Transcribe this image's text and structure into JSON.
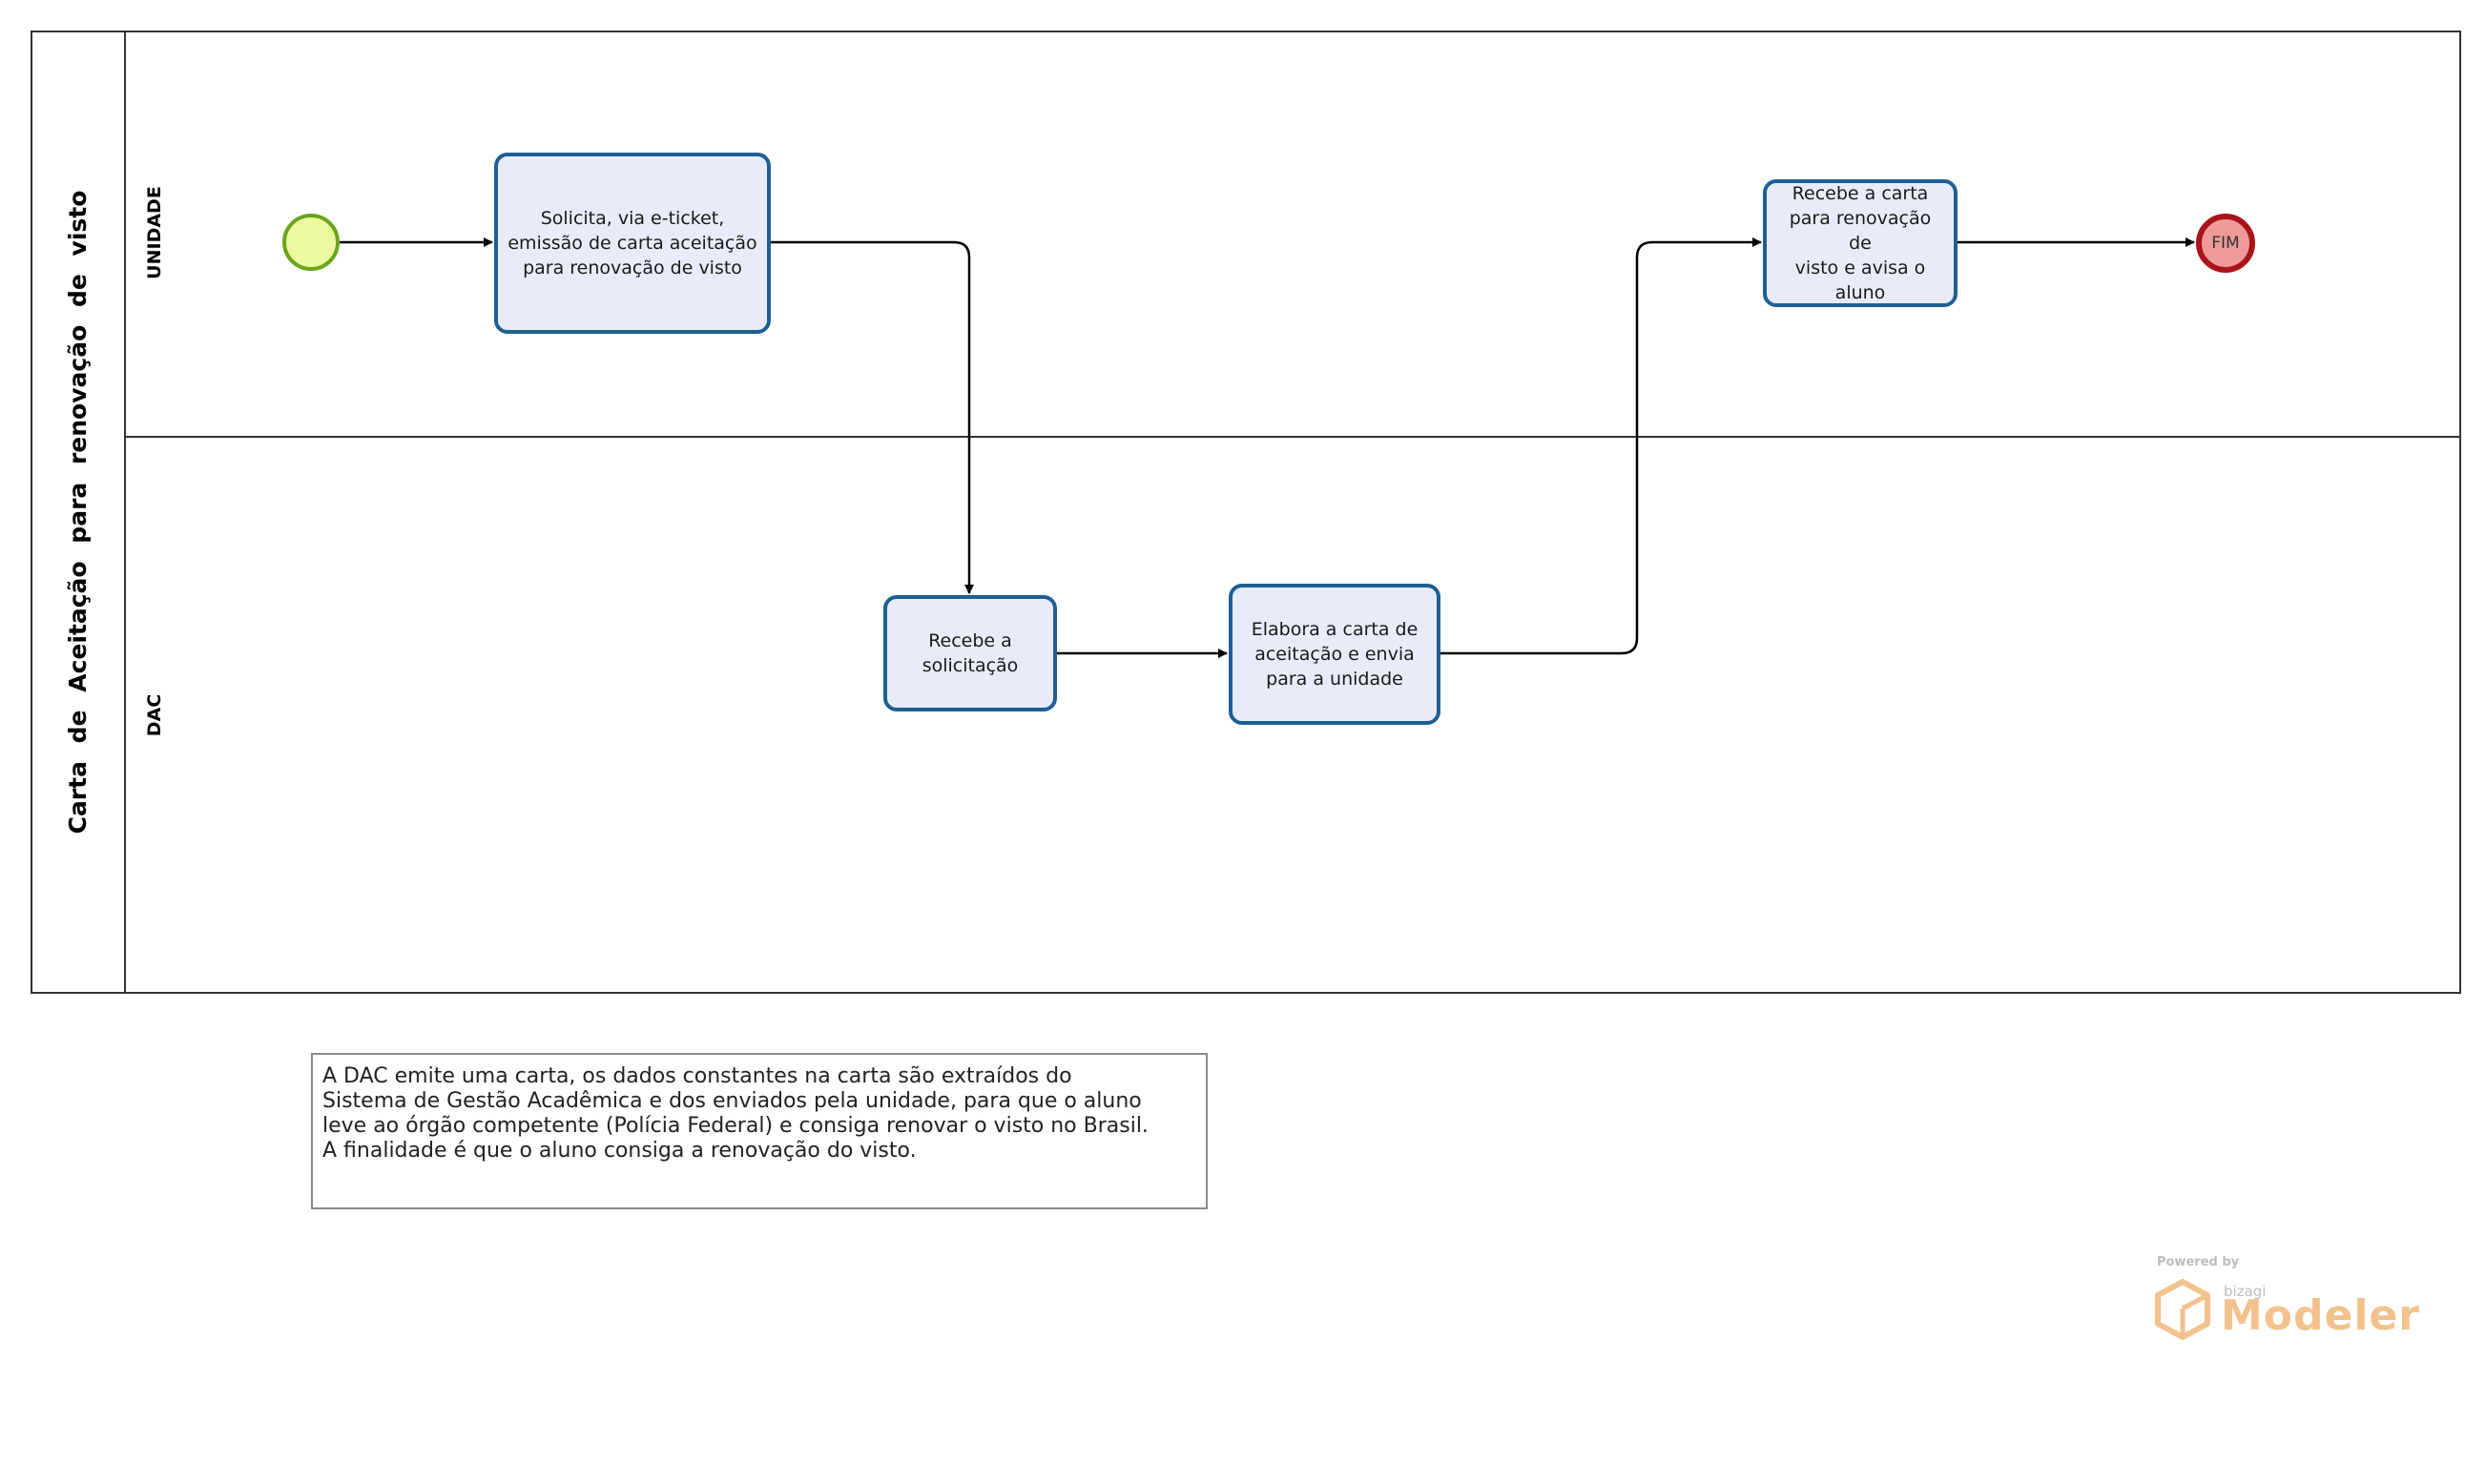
{
  "pool": {
    "title": "Carta de Aceitação para renovação de visto"
  },
  "lanes": [
    {
      "label": "UNIDADE"
    },
    {
      "label": "DAC"
    }
  ],
  "tasks": {
    "solicita": [
      "Solicita, via e-ticket,",
      "emissão de carta aceitação",
      "para renovação de visto"
    ],
    "recebe_solicitacao": [
      "Recebe a",
      "solicitação"
    ],
    "elabora": [
      "Elabora a carta de",
      "aceitação e envia",
      "para a unidade"
    ],
    "recebe_carta": [
      "Recebe a carta",
      "para renovação de",
      "visto e avisa o",
      "aluno"
    ]
  },
  "events": {
    "end_label": "FIM"
  },
  "annotation": {
    "lines": [
      "A DAC emite uma carta, os dados constantes na carta são extraídos do",
      "Sistema de Gestão Acadêmica e dos enviados pela unidade, para que o aluno",
      "leve ao órgão competente (Polícia Federal) e consiga renovar o visto no Brasil.",
      "A finalidade é que o aluno consiga a renovação do visto."
    ]
  },
  "watermark": {
    "powered_by": "Powered by",
    "brand": "bizagi",
    "product": "Modeler"
  },
  "colors": {
    "task_fill": "#e8ecfa",
    "task_border": "#1f5f94",
    "start_fill": "#ecf9a0",
    "start_border": "#6aa51b",
    "end_fill": "#ef9a9a",
    "end_border": "#a8141a",
    "watermark_accent": "#f3c28c"
  }
}
